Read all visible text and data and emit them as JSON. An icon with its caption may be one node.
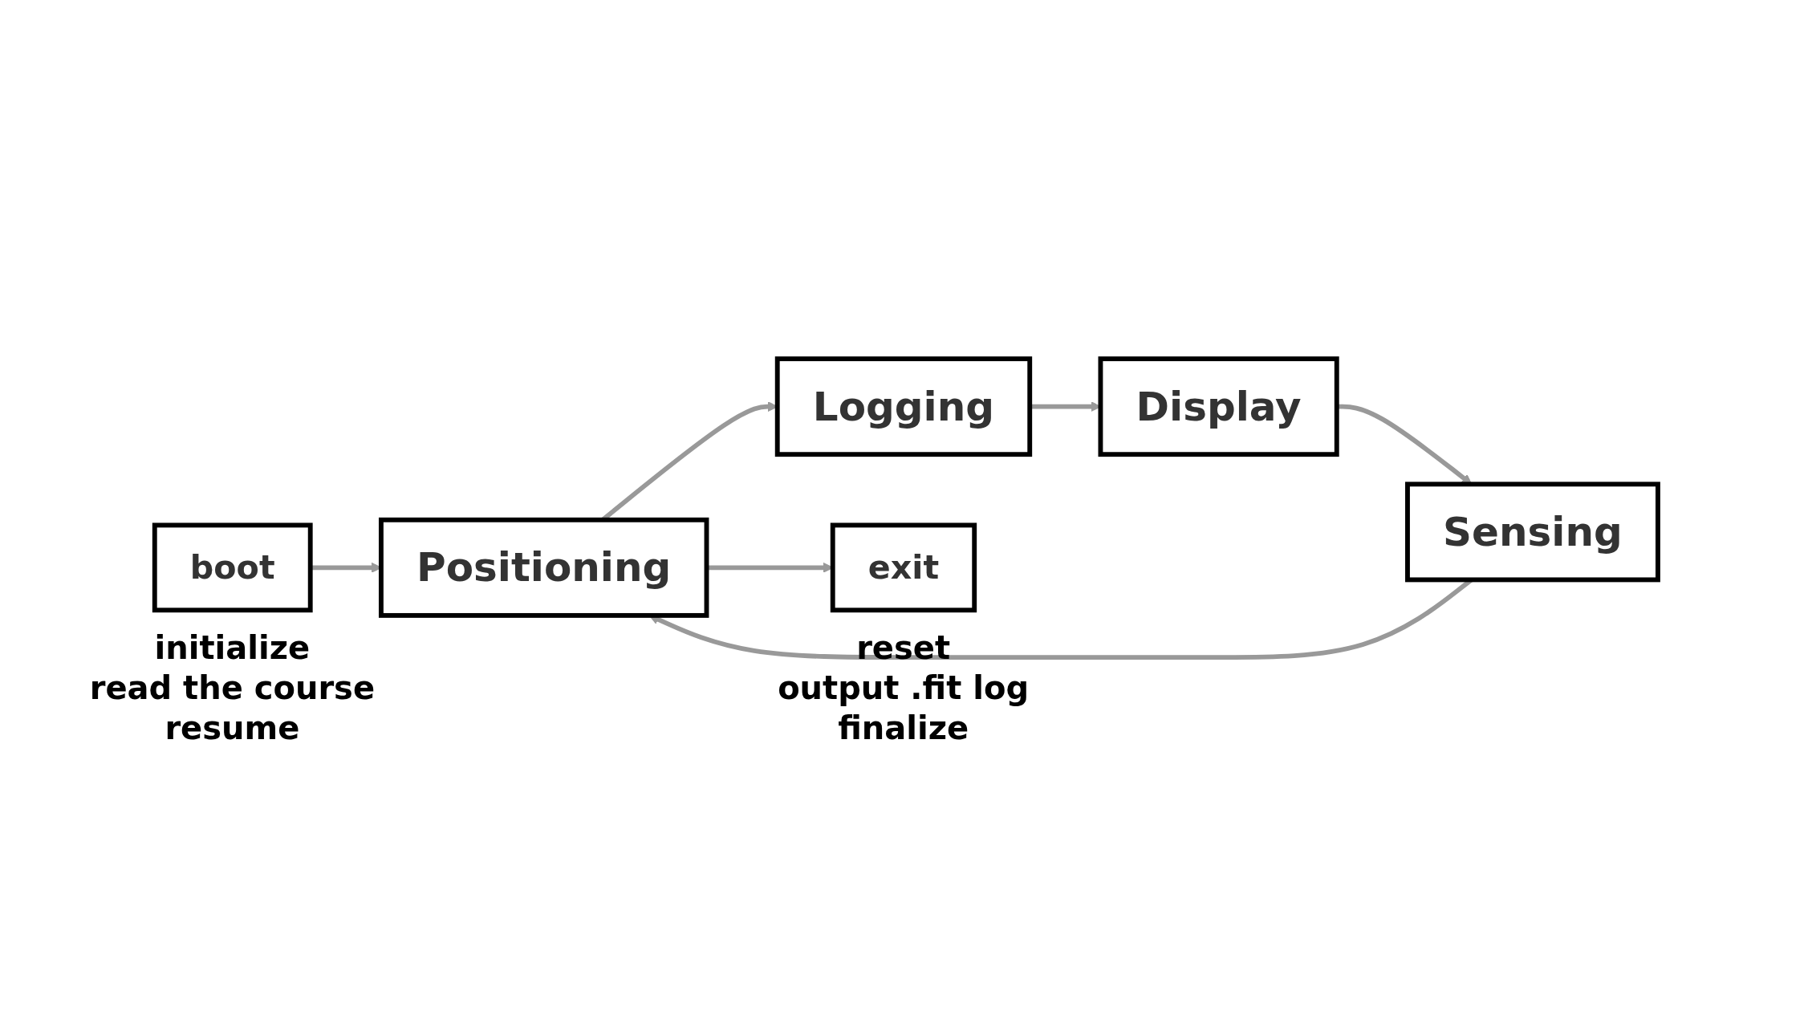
{
  "diagram": {
    "nodes": [
      {
        "text": [
          "boot"
        ],
        "beside": [
          "initialize",
          "read the course",
          "resume"
        ]
      },
      {
        "text": [
          "Sensing"
        ]
      },
      {
        "text": [
          "Positioning"
        ]
      },
      {
        "text": [
          "Logging"
        ]
      },
      {
        "text": [
          "Display"
        ]
      },
      {
        "text": [
          "exit"
        ],
        "beside": [
          "reset",
          "output .fit log",
          "finalize"
        ]
      }
    ],
    "edges": [
      {
        "from": 0,
        "to": 2,
        "arrow": "to"
      },
      {
        "from": 1,
        "to": 2,
        "arrow": "to"
      },
      {
        "from": 2,
        "to": 3,
        "arrow": "to"
      },
      {
        "from": 3,
        "to": 4,
        "arrow": "to"
      },
      {
        "from": 4,
        "to": 1,
        "arrow": "to"
      },
      {
        "from": 2,
        "to": 5,
        "arrow": "to"
      }
    ]
  }
}
